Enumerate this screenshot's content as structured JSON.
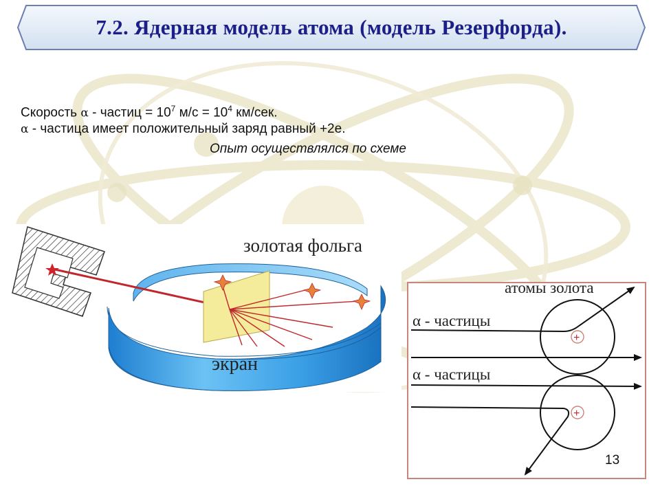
{
  "slide": {
    "title": "7.2. Ядерная модель атома (модель Резерфорда).",
    "page_number": "13"
  },
  "text": {
    "line1": {
      "prefix": "Скорость ",
      "alpha": "α",
      "mid": " - частиц = 10",
      "exp1": "7",
      "mid2": " м/с = 10",
      "exp2": "4",
      "suffix": " км/сек."
    },
    "line2": {
      "alpha": "α",
      "rest": " - частица имеет положительный заряд равный +2е."
    },
    "line3": "Опыт осуществлялся по схеме"
  },
  "figure_left": {
    "foil_label": "золотая фольга",
    "screen_label": "экран"
  },
  "figure_right": {
    "atoms_label": "атомы золота",
    "particles_label_top": "α - частицы",
    "particles_label_bottom": "α - частицы",
    "nucleus_symbol": "+"
  },
  "colors": {
    "title_text": "#1b1f87",
    "banner_fill": "#e4ecf6",
    "banner_stroke": "#6b7fb0",
    "screen_blue": "#3ba0e6",
    "foil_yellow": "#f4ec9a",
    "ray_red": "#c0272d",
    "frame_border": "#c8857a"
  },
  "icons": {
    "source": "alpha-source-icon",
    "star": "red-star-icon",
    "sparkle": "scintillation-flash-icon"
  }
}
